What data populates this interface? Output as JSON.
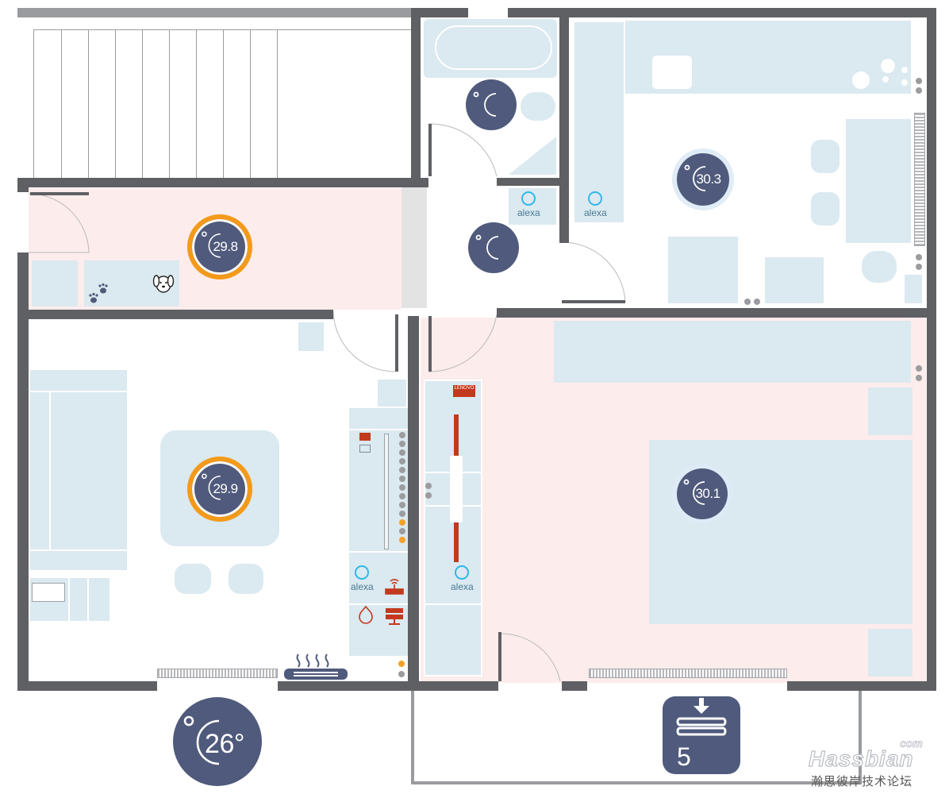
{
  "thermostats": {
    "hallway": {
      "value": "29.8"
    },
    "living_room": {
      "value": "29.9"
    },
    "kitchen": {
      "value": "30.3"
    },
    "bedroom": {
      "value": "30.1"
    },
    "bathroom": {
      "value": ""
    },
    "corridor": {
      "value": ""
    },
    "outdoor": {
      "value": "26°"
    }
  },
  "alexa": {
    "label": "alexa",
    "devices": [
      "corridor",
      "kitchen",
      "living_room",
      "bedroom"
    ]
  },
  "vacuum": {
    "count": "5"
  },
  "tv_brand": "LENOVO",
  "watermark": {
    "brand": "Hassbian",
    "tld": "com",
    "subtitle": "瀚思彼岸技术论坛"
  },
  "colors": {
    "wall": "#5f6063",
    "room_pink": "#fdecec",
    "furniture": "#dbe9f0",
    "thermostat": "#4f5a7c",
    "heating_ring": "#f39a1b",
    "alexa": "#30b8e8",
    "router_red": "#c23a1e"
  },
  "icons": [
    "thermostat-icon",
    "alexa-icon",
    "dog-icon",
    "paw-print-icon",
    "router-icon",
    "network-switch-icon",
    "heater-icon",
    "vacuum-dock-icon",
    "tv-icon"
  ]
}
